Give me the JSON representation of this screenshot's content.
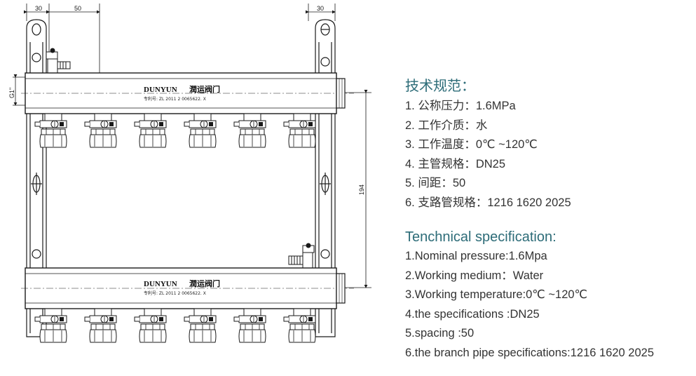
{
  "drawing": {
    "dimensions": {
      "top_left_1": "30",
      "top_left_2": "50",
      "top_right": "30",
      "left_side": "G1\"",
      "right_side": "194"
    },
    "brand_mark": "DUNYUN",
    "brand_cn": "潤运阀门",
    "patent_text": "专利号: ZL  2011  2  0065622. X"
  },
  "spec_cn": {
    "title": "技术规范：",
    "items": [
      "1. 公称压力：1.6MPa",
      "2. 工作介质：水",
      "3. 工作温度：0℃ ~120℃",
      "4. 主管规格：DN25",
      "5. 间距：50",
      "6. 支路管规格：1216 1620  2025"
    ]
  },
  "spec_en": {
    "title": "Tenchnical specification:",
    "items": [
      "1.Nominal pressure:1.6Mpa",
      "2.Working medium：Water",
      "3.Working temperature:0℃ ~120℃",
      "4.the specifications :DN25",
      "5.spacing :50",
      "6.the branch pipe specifications:1216 1620 2025"
    ]
  },
  "colors": {
    "title": "#2d6c78",
    "text": "#333333",
    "line": "#1a1a1a"
  }
}
